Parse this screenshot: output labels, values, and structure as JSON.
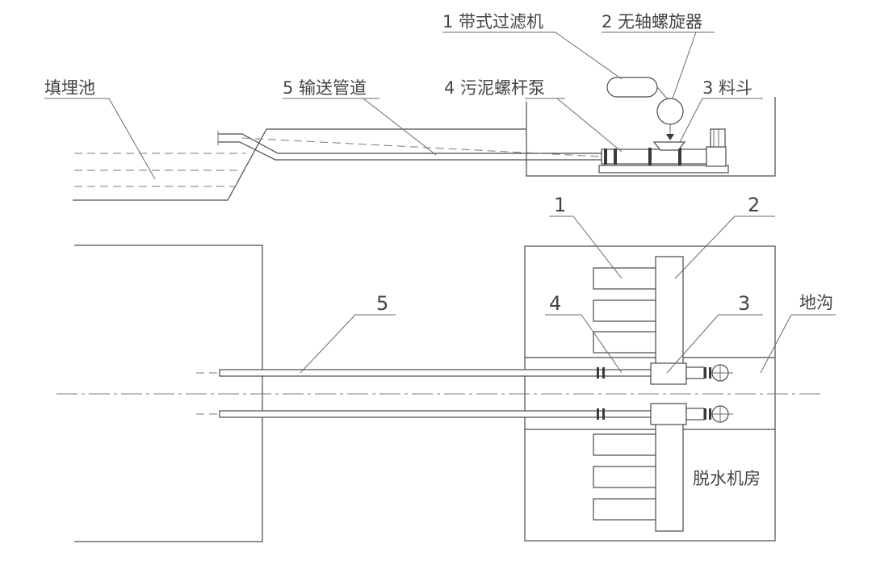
{
  "labels": {
    "fill_pool": "填埋池",
    "pipe": "5 输送管道",
    "pump": "4 污泥螺杆泵",
    "belt_filter": "1 带式过滤机",
    "screw": "2 无轴螺旋器",
    "hopper": "3 料斗",
    "trench": "地沟",
    "room": "脱水机房"
  },
  "numbers": {
    "n1": "1",
    "n2": "2",
    "n3": "3",
    "n4": "4",
    "n5": "5"
  }
}
